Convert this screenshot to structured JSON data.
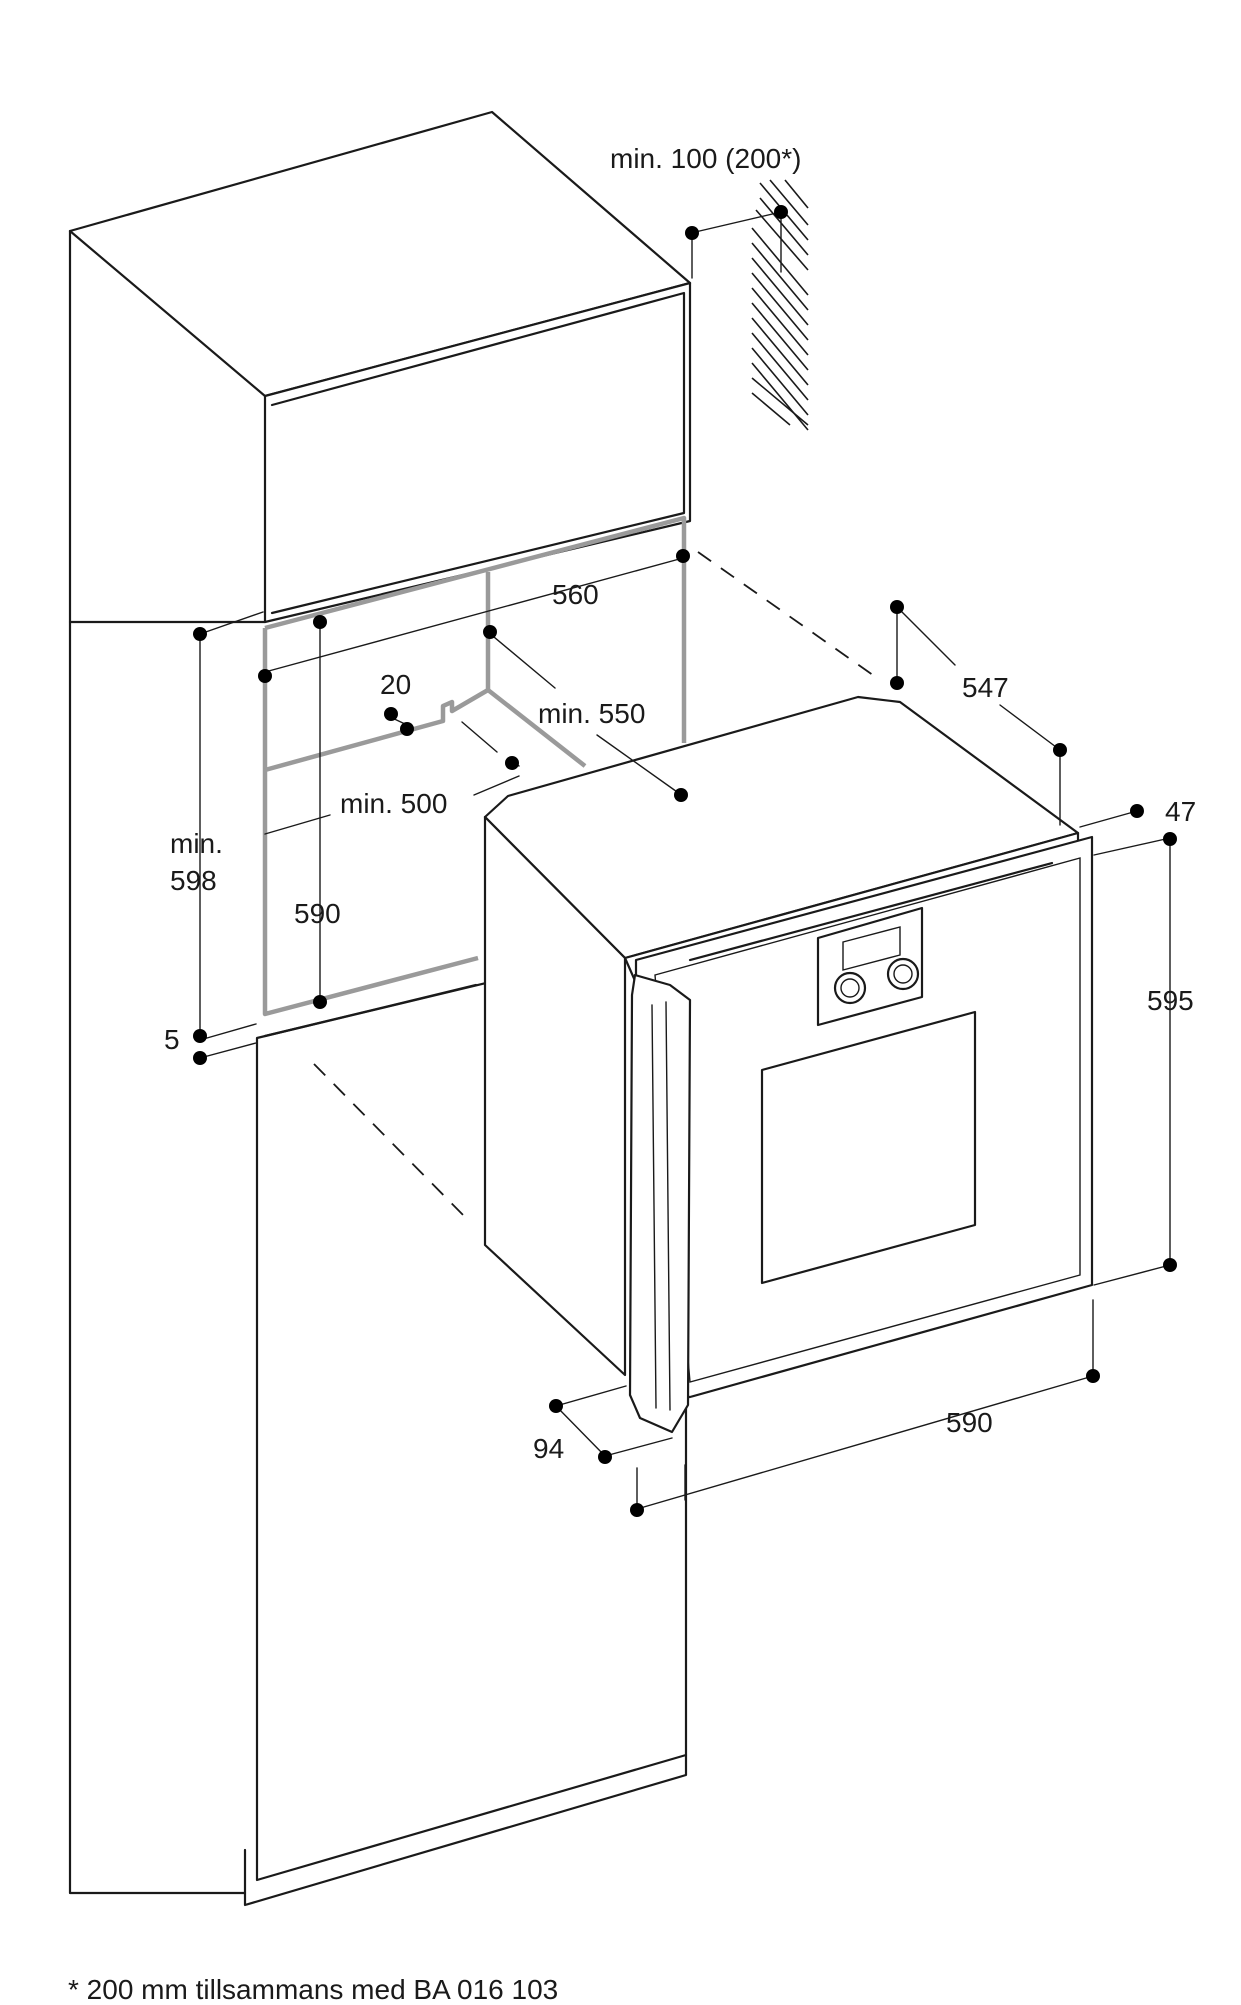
{
  "dimensions": {
    "top_clearance": "min. 100 (200*)",
    "niche_width": "560",
    "appliance_depth": "547",
    "vent_depth": "20",
    "niche_depth": "min. 550",
    "shelf_depth": "min. 500",
    "front_projection": "47",
    "niche_height_label_line1": "min.",
    "niche_height_label_line2": "598",
    "niche_inner_height": "590",
    "appliance_height": "595",
    "base_gap": "5",
    "handle_depth": "94",
    "appliance_width": "590"
  },
  "footnote": "* 200 mm tillsammans med BA 016 103"
}
